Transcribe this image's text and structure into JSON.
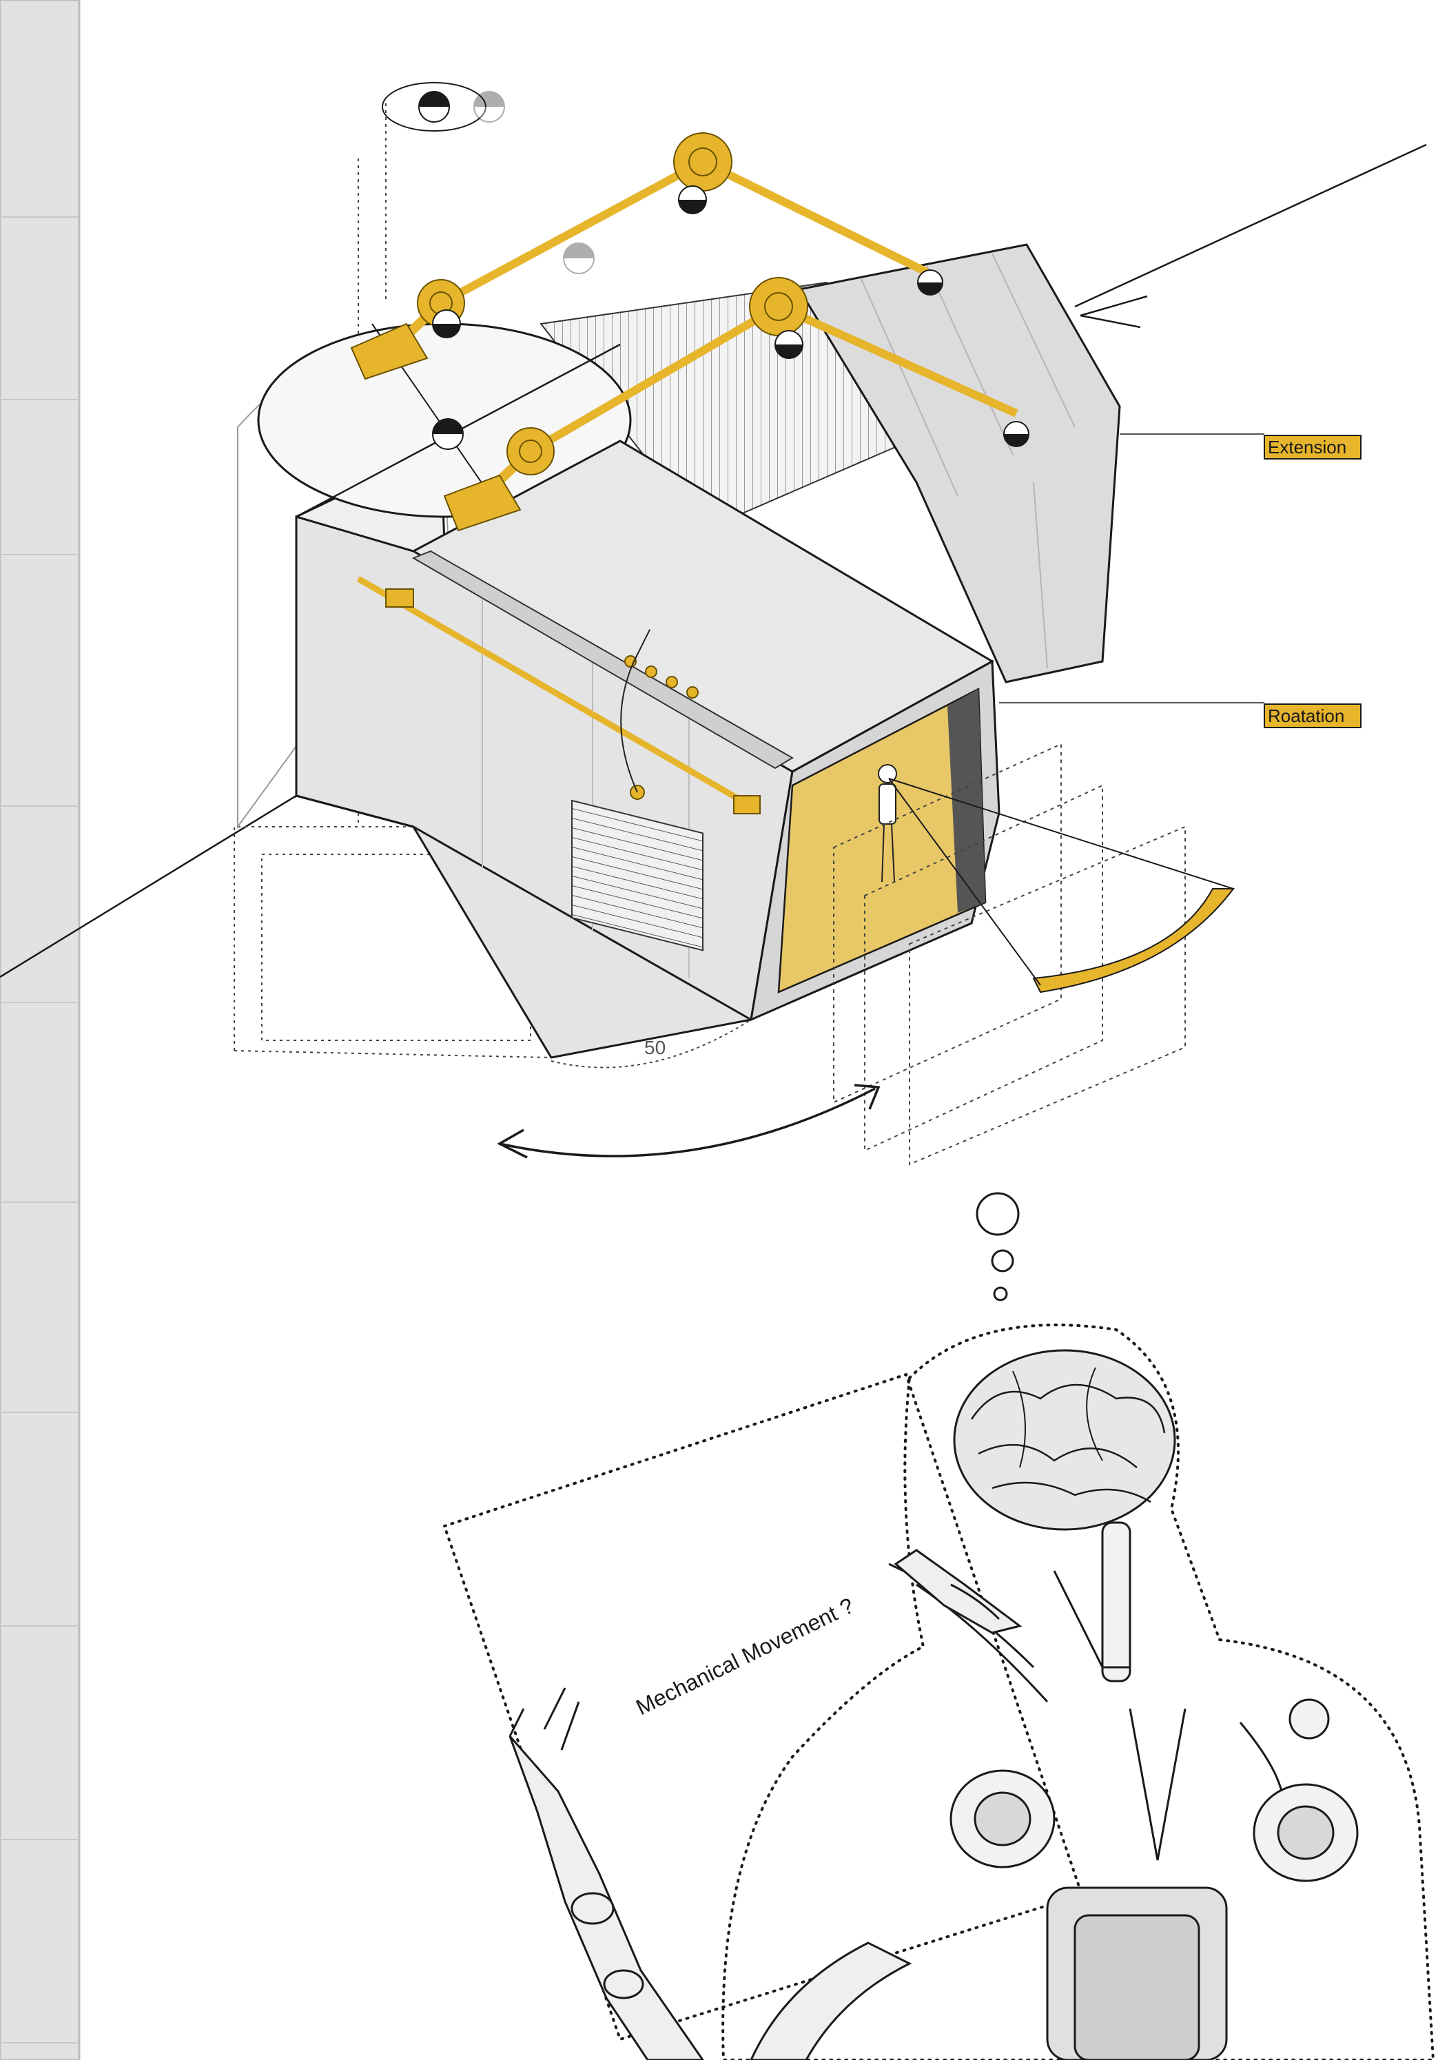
{
  "labels": {
    "extension": "Extension",
    "rotation": "Roatation",
    "angle": "50",
    "thought": "Mechanical Movement ?"
  },
  "colors": {
    "accent": "#e6b52c",
    "accent_fill": "#efd27a",
    "concrete": "#e4e4e4",
    "concrete_dark": "#cfcfcf",
    "line": "#1a1a1a",
    "background": "#ffffff"
  }
}
